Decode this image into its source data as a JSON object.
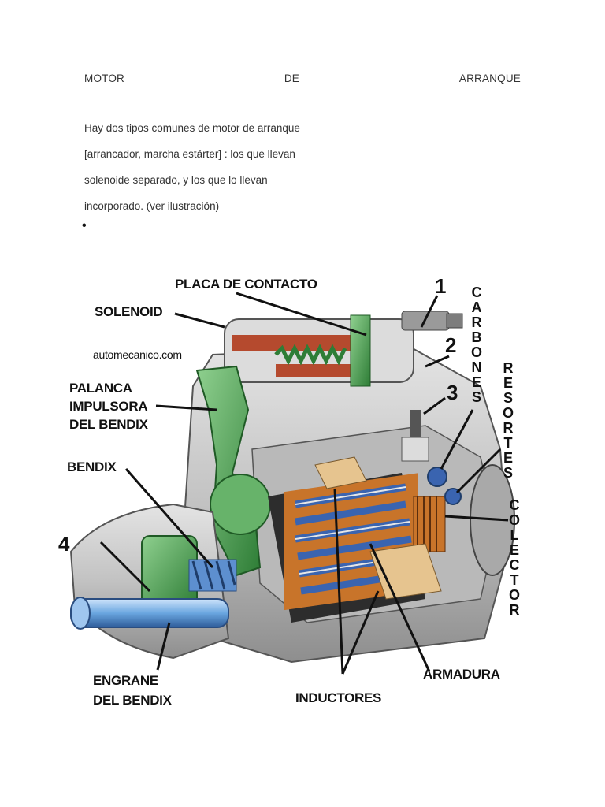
{
  "header": {
    "title_words": [
      "MOTOR",
      "DE",
      "ARRANQUE"
    ]
  },
  "body": {
    "paragraph_lines": [
      "Hay dos tipos comunes de motor de arranque",
      "[arrancador, marcha estárter] : los que llevan",
      "solenoide separado, y los que lo llevan",
      "incorporado. (ver ilustración)"
    ],
    "bullet": "•"
  },
  "figure": {
    "watermark": "automecanico.com",
    "labels": {
      "placa": "PLACA DE CONTACTO",
      "solenoid": "SOLENOID",
      "palanca_1": "PALANCA",
      "palanca_2": "IMPULSORA",
      "palanca_3": "DEL BENDIX",
      "bendix": "BENDIX",
      "engrane_1": "ENGRANE",
      "engrane_2": "DEL BENDIX",
      "inductores": "INDUCTORES",
      "armadura": "ARMADURA",
      "carbones": "CARBONES",
      "resortes": "RESORTES",
      "colector": "COLECTOR",
      "n1": "1",
      "n2": "2",
      "n3": "3",
      "n4": "4"
    },
    "colors": {
      "housing": "#c8c8c8",
      "green_parts": "#3f9a48",
      "copper": "#c8742a",
      "armature_blue": "#3a64b0",
      "pinion_blue": "#6aa6e0"
    }
  }
}
